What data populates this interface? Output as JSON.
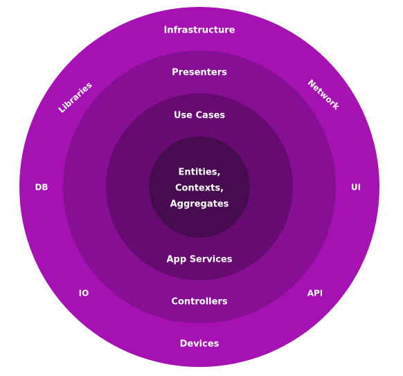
{
  "rings": [
    {
      "id": "outer",
      "color": "#a511b3",
      "labels": [
        "Infrastructure",
        "Libraries",
        "Network",
        "DB",
        "UI",
        "IO",
        "API",
        "Devices"
      ]
    },
    {
      "id": "second",
      "color": "#860f93",
      "labels": [
        "Presenters",
        "Controllers"
      ]
    },
    {
      "id": "third",
      "color": "#670a71",
      "labels": [
        "Use Cases",
        "App Services"
      ]
    },
    {
      "id": "core",
      "color": "#470b4f",
      "labels": [
        "Entities,",
        "Contexts,",
        "Aggregates"
      ]
    }
  ],
  "outer": {
    "top": "Infrastructure",
    "upper_left": "Libraries",
    "upper_right": "Network",
    "left": "DB",
    "right": "UI",
    "lower_left": "IO",
    "lower_right": "API",
    "bottom": "Devices"
  },
  "second": {
    "top": "Presenters",
    "bottom": "Controllers"
  },
  "third": {
    "top": "Use Cases",
    "bottom": "App Services"
  },
  "core": {
    "line1": "Entities,",
    "line2": "Contexts,",
    "line3": "Aggregates"
  }
}
